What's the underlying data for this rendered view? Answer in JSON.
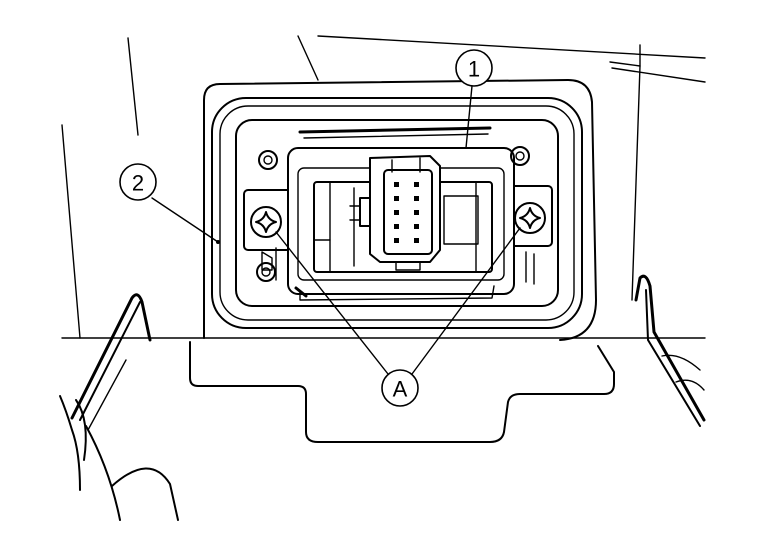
{
  "callouts": {
    "c1": "1",
    "c2": "2",
    "cA": "A"
  }
}
